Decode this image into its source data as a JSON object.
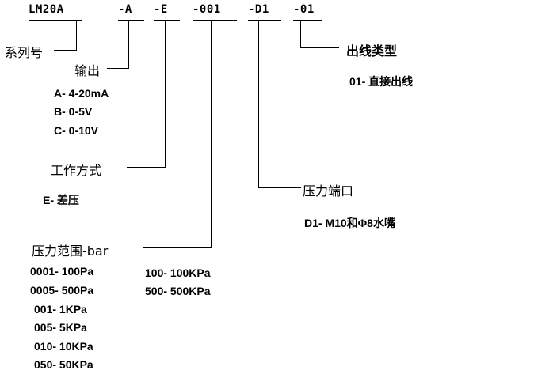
{
  "header": {
    "series": "LM20A",
    "seg_output": "-A",
    "seg_mode": "-E",
    "seg_range": "-001",
    "seg_port": "-D1",
    "seg_outlet": "-01"
  },
  "labels": {
    "series": "系列号",
    "output": "输出",
    "mode": "工作方式",
    "range": "压力范围-bar",
    "port": "压力端口",
    "outlet": "出线类型"
  },
  "output_options": [
    "A- 4-20mA",
    "B- 0-5V",
    "C- 0-10V"
  ],
  "mode_options": [
    "E- 差压"
  ],
  "port_options": [
    "D1- M10和Φ8水嘴"
  ],
  "outlet_options": [
    "01- 直接出线"
  ],
  "range_options_left": [
    "0001- 100Pa",
    "0005- 500Pa",
    "001- 1KPa",
    "005- 5KPa",
    "010- 10KPa",
    "050- 50KPa"
  ],
  "range_options_right": [
    "100- 100KPa",
    "500- 500KPa"
  ]
}
